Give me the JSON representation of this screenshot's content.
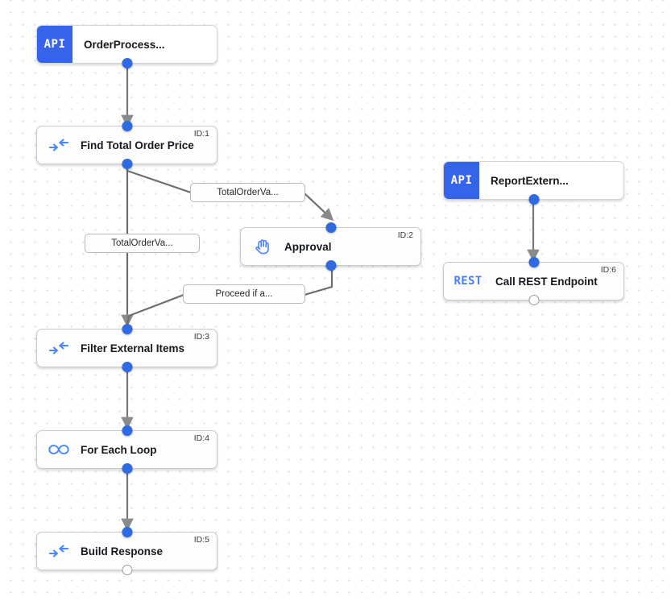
{
  "canvas": {
    "background_color": "#ffffff",
    "dot_color": "#dcdcdc",
    "accent_color": "#3563e9",
    "port_color": "#2f6ae1",
    "edge_color": "#6e6e6e"
  },
  "nodes": [
    {
      "key": "order_process",
      "kind": "start",
      "badge": "API",
      "title": "OrderProcess...",
      "id_label": "",
      "icon": "api-badge-icon"
    },
    {
      "key": "find_total_order_price",
      "kind": "step",
      "badge": "",
      "title": "Find Total Order Price",
      "id_label": "ID:1",
      "icon": "transform-arrows-icon"
    },
    {
      "key": "approval",
      "kind": "step",
      "badge": "",
      "title": "Approval",
      "id_label": "ID:2",
      "icon": "hand-icon"
    },
    {
      "key": "filter_external_items",
      "kind": "step",
      "badge": "",
      "title": "Filter External Items",
      "id_label": "ID:3",
      "icon": "transform-arrows-icon"
    },
    {
      "key": "for_each_loop",
      "kind": "step",
      "badge": "",
      "title": "For Each Loop",
      "id_label": "ID:4",
      "icon": "infinity-loop-icon"
    },
    {
      "key": "build_response",
      "kind": "step",
      "badge": "",
      "title": "Build Response",
      "id_label": "ID:5",
      "icon": "transform-arrows-icon"
    },
    {
      "key": "report_extern",
      "kind": "start",
      "badge": "API",
      "title": "ReportExtern...",
      "id_label": "",
      "icon": "api-badge-icon"
    },
    {
      "key": "call_rest_endpoint",
      "kind": "step",
      "badge": "REST",
      "title": "Call REST Endpoint",
      "id_label": "ID:6",
      "icon": "rest-badge-icon"
    }
  ],
  "edge_labels": [
    {
      "key": "total_order_value_1",
      "text": "TotalOrderVa..."
    },
    {
      "key": "total_order_value_2",
      "text": "TotalOrderVa..."
    },
    {
      "key": "proceed_if_approved",
      "text": "Proceed if a..."
    }
  ]
}
